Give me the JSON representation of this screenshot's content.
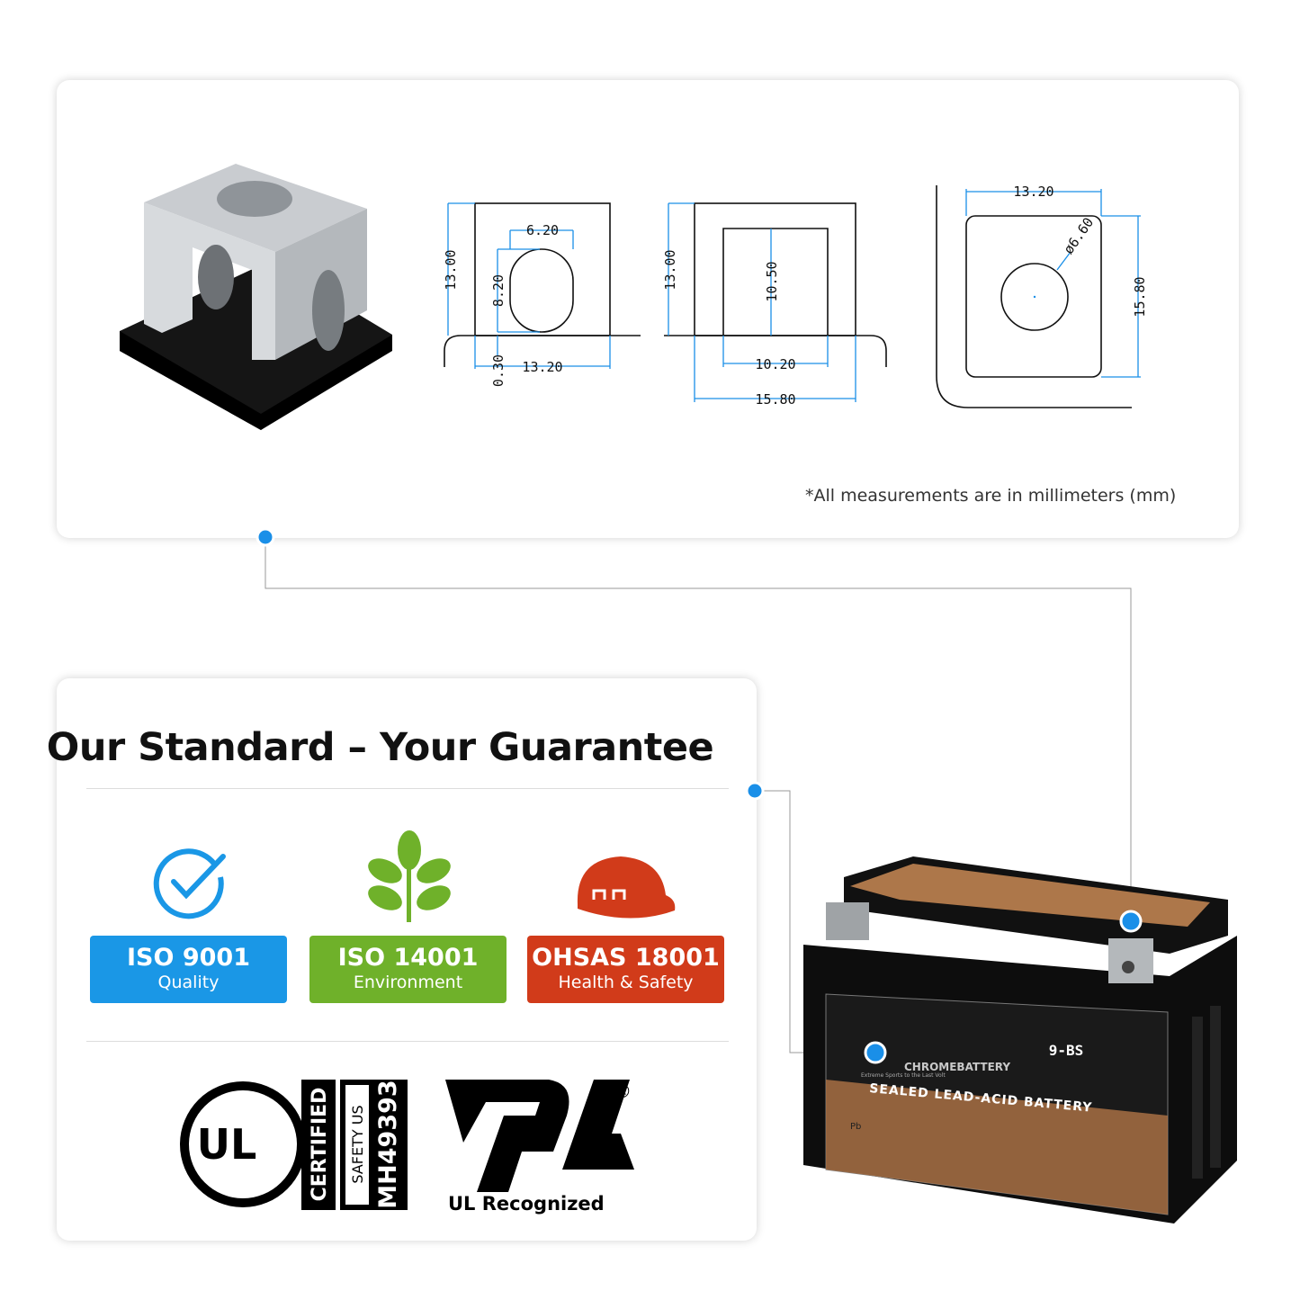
{
  "dimensions": {
    "front": {
      "height": "13.00",
      "slot_width": "6.20",
      "slot_height": "8.20",
      "offset": "0.30",
      "width": "13.20"
    },
    "side": {
      "height": "13.00",
      "opening_height": "10.50",
      "opening_width": "10.20",
      "width": "15.80"
    },
    "top": {
      "width": "13.20",
      "hole_diameter": "ø6.60",
      "depth": "15.80"
    }
  },
  "measurement_note": "*All measurements are in millimeters (mm)",
  "guarantee": {
    "title": "Our Standard – Your Guarantee",
    "badges": [
      {
        "code": "ISO 9001",
        "label": "Quality",
        "color": "#1a97e6",
        "icon": "check-circle-icon"
      },
      {
        "code": "ISO 14001",
        "label": "Environment",
        "color": "#6fb12a",
        "icon": "plant-icon"
      },
      {
        "code": "OHSAS 18001",
        "label": "Health & Safety",
        "color": "#d13b1a",
        "icon": "hard-hat-icon"
      }
    ],
    "ul_certified": {
      "logo": "UL",
      "certified": "CERTIFIED",
      "safety": "SAFETY US",
      "number": "MH49393"
    },
    "ul_recognized": {
      "label": "UL Recognized",
      "mark": "®"
    }
  },
  "battery": {
    "model": "9-BS",
    "brand": "CHROMEBATTERY",
    "tagline": "Extreme Sports to the Last Volt",
    "type": "SEALED LEAD-ACID BATTERY",
    "pb": "Pb"
  },
  "colors": {
    "accent": "#1a8fe8",
    "dimension_line": "#1a8fe8"
  }
}
